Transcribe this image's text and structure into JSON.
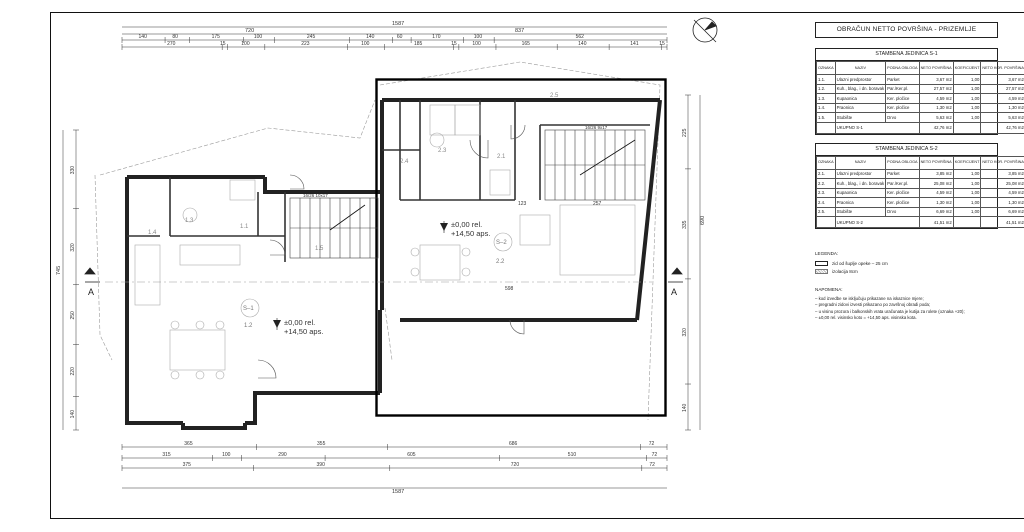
{
  "dims": {
    "top_total": "1587",
    "top_left_total": "720",
    "top_right_total": "837",
    "top_seg_row1": [
      "140",
      "80",
      "175",
      "100",
      "245",
      "140",
      "60",
      "170",
      "100",
      "562"
    ],
    "top_seg_row2": [
      "270",
      "15",
      "100",
      "223",
      "100",
      "185",
      "15",
      "100",
      "165",
      "140",
      "141",
      "15"
    ],
    "bottom_seg_row1": [
      "365",
      "355",
      "686",
      "72"
    ],
    "bottom_seg_row2": [
      "315",
      "100",
      "290",
      "605",
      "510",
      "72"
    ],
    "bottom_seg_row3": [
      "375",
      "390",
      "720",
      "72"
    ],
    "bottom_total": "1587",
    "left_total": "745",
    "left_segs": [
      "330",
      "320",
      "250",
      "220",
      "140"
    ],
    "right_total": "690",
    "right_segs": [
      "225",
      "335",
      "320",
      "140"
    ]
  },
  "plan_labels": {
    "section_left": "A",
    "section_right": "A",
    "level_s1_a": "±0,00 rel.",
    "level_s1_b": "+14,50 aps.",
    "level_s2_a": "±0,00 rel.",
    "level_s2_b": "+14,50 aps.",
    "unit_s1": "S–1",
    "unit_s1_room": "1.2",
    "unit_s2": "S–2",
    "unit_s2_room": "2.2",
    "room_11": "1.1",
    "room_13": "1.3",
    "room_14": "1.4",
    "room_15": "1.5",
    "room_21": "2.1",
    "room_23": "2.3",
    "room_24": "2.4",
    "room_25": "2.5",
    "stair_s1": "16/26 10x17",
    "stair_s2": "16/26 9x17",
    "dim_598": "598",
    "dim_123": "123",
    "dim_257": "257"
  },
  "panel": {
    "title": "OBRAČUN NETTO POVRŠINA - PRIZEMLJE",
    "headers": [
      "OZNAKA",
      "NAZIV",
      "PODNA OBLOGA",
      "NETO POVRŠINA",
      "KOEFICIJENT",
      "NETO KOR. POVRŠINA"
    ],
    "units": [
      {
        "name": "STAMBENA JEDINICA S-1",
        "rows": [
          [
            "1.1.",
            "Ulazni predprostor",
            "Parket",
            "3,67 m2",
            "1,00",
            "3,67 m2"
          ],
          [
            "1.2.",
            "Kuh., blag., i dn. boravak",
            "Par./Ker.pl.",
            "27,57 m2",
            "1,00",
            "27,57 m2"
          ],
          [
            "1.3.",
            "Kupaonica",
            "Ker. pločice",
            "4,59 m2",
            "1,00",
            "4,59 m2"
          ],
          [
            "1.4.",
            "Praonica",
            "Ker. pločice",
            "1,30 m2",
            "1,00",
            "1,30 m2"
          ],
          [
            "1.5.",
            "Stubište",
            "Drvo",
            "5,63 m2",
            "1,00",
            "5,63 m2"
          ]
        ],
        "total_label": "UKUPNO S-1",
        "total_net": "42,76 m2",
        "total_use": "42,76 m2"
      },
      {
        "name": "STAMBENA JEDINICA S-2",
        "rows": [
          [
            "2.1.",
            "Ulazni predprostor",
            "Parket",
            "3,85 m2",
            "1,00",
            "3,85 m2"
          ],
          [
            "2.2.",
            "Kuh., blag., i dn. boravak",
            "Par./Ker.pl.",
            "25,08 m2",
            "1,00",
            "25,08 m2"
          ],
          [
            "2.3.",
            "Kupaonica",
            "Ker. pločice",
            "4,59 m2",
            "1,00",
            "4,59 m2"
          ],
          [
            "2.4.",
            "Praonica",
            "Ker. pločice",
            "1,30 m2",
            "1,00",
            "1,30 m2"
          ],
          [
            "2.5.",
            "Stubište",
            "Drvo",
            "6,69 m2",
            "1,00",
            "6,69 m2"
          ]
        ],
        "total_label": "UKUPNO S-2",
        "total_net": "41,51 m2",
        "total_use": "41,51 m2"
      }
    ],
    "legend_title": "LEGENDA:",
    "legend_items": [
      "zid od šuplje opeke – 25 cm",
      "izolacija 8cm"
    ],
    "notes_title": "NAPOMENA:",
    "notes": [
      "– kod izvedbe se isključuju prikazane na iskaznice mjere;",
      "– pregradni zidovi izvesti prikazano po završnoj obradi poda;",
      "– u visinu prozora i balkonskih vrata uračunata je kutija za rolete (oznaka +20);",
      "– ±0,00 rel. visinsko koto = +14,50 aps. visinska kota."
    ]
  }
}
